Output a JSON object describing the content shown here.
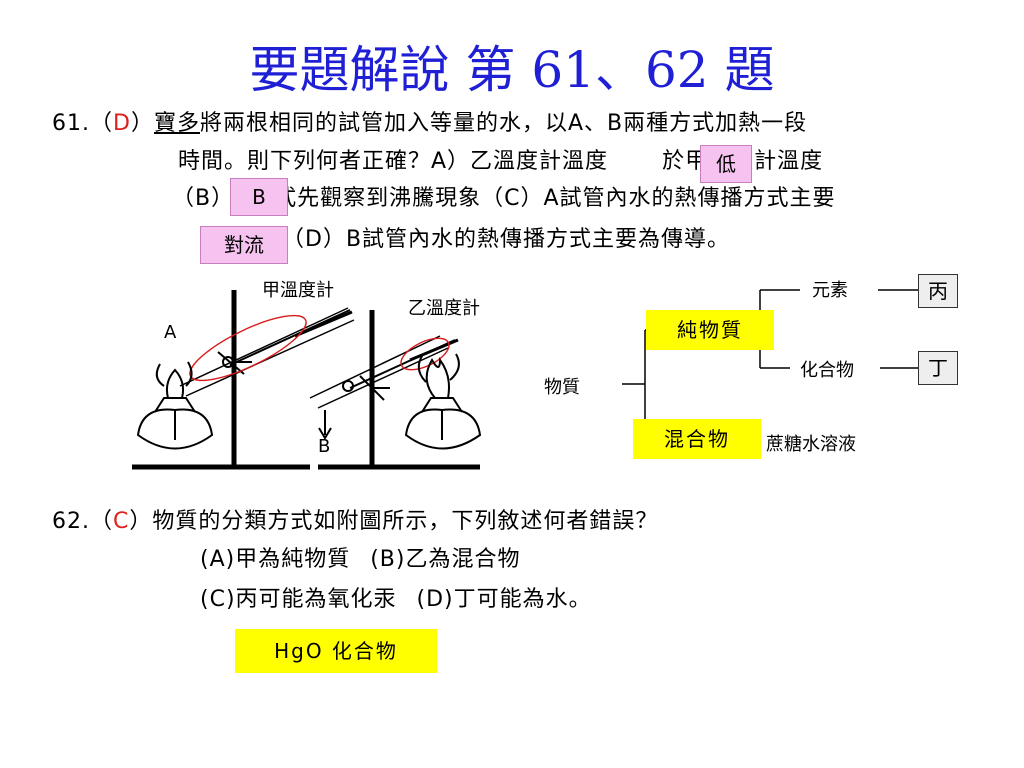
{
  "title": "要題解說 第 61、62 題",
  "q61": {
    "number": "61.（",
    "answer": "D",
    "close": "）",
    "subject": "寶多",
    "line1_rest": "將兩根相同的試管加入等量的水，以A、B兩種方式加熱一段",
    "line2": "時間。則下列何者正確？A）乙溫度計溫度",
    "line2_end": "於甲溫度計溫度",
    "line3_start": "（B）",
    "line3_rest": "式先觀察到沸騰現象（C）A試管內水的熱傳播方式主要",
    "line4_end": "（D）B試管內水的熱傳播方式主要為傳導。",
    "tag_low": "低",
    "tag_b": "B",
    "tag_convection": "對流"
  },
  "apparatus": {
    "thermometer_a": "甲溫度計",
    "thermometer_b": "乙溫度計",
    "label_a": "A",
    "label_b": "B"
  },
  "classification": {
    "root": "物質",
    "pure": "純物質",
    "mixture": "混合物",
    "element": "元素",
    "compound": "化合物",
    "box_bing": "丙",
    "box_ding": "丁",
    "mixture_example": "蔗糖水溶液"
  },
  "q62": {
    "number": "62.（",
    "answer": "C",
    "close": "）物質的分類方式如附圖所示，下列敘述何者錯誤？",
    "opt_a": "(A)甲為純物質",
    "opt_b": "(B)乙為混合物",
    "opt_c": "(C)丙可能為氧化汞",
    "opt_d": "(D)丁可能為水。",
    "note": "HgO 化合物"
  }
}
